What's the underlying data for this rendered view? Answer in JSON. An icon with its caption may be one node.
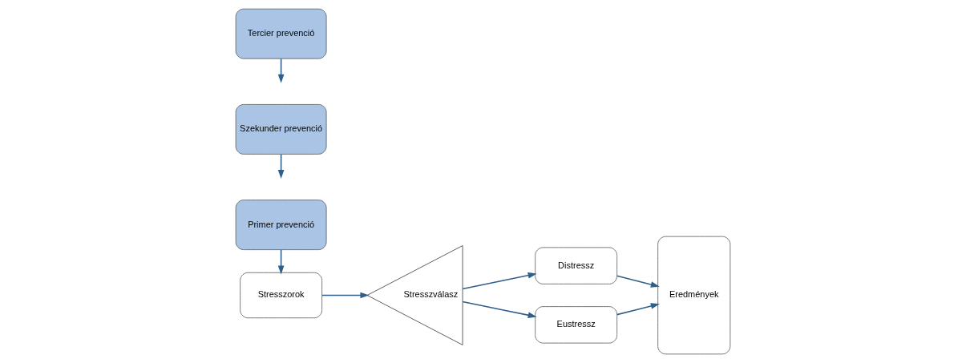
{
  "diagram": {
    "nodes": [
      {
        "text": [
          "Primer prevenció"
        ]
      },
      {
        "text": [
          "Szekunder prevenció"
        ]
      },
      {
        "text": [
          "Tercier prevenció"
        ]
      },
      {
        "text": [
          "Stresszorok"
        ]
      },
      {
        "text": [
          "Stresszválasz"
        ]
      },
      {
        "text": [
          "Distressz"
        ]
      },
      {
        "text": [
          "Eustressz"
        ]
      },
      {
        "text": [
          "Eredmények"
        ]
      }
    ],
    "edges": [
      {
        "from": 0,
        "to": 3,
        "arrow": "to"
      },
      {
        "from": 1,
        "to": null,
        "arrow": "to"
      },
      {
        "from": 2,
        "to": null,
        "arrow": "to"
      },
      {
        "from": 3,
        "to": 4,
        "arrow": "to"
      },
      {
        "from": 4,
        "to": 5,
        "arrow": "to"
      },
      {
        "from": 4,
        "to": 6,
        "arrow": "to"
      },
      {
        "from": 5,
        "to": 7,
        "arrow": "to"
      },
      {
        "from": 6,
        "to": 7,
        "arrow": "to"
      }
    ]
  }
}
